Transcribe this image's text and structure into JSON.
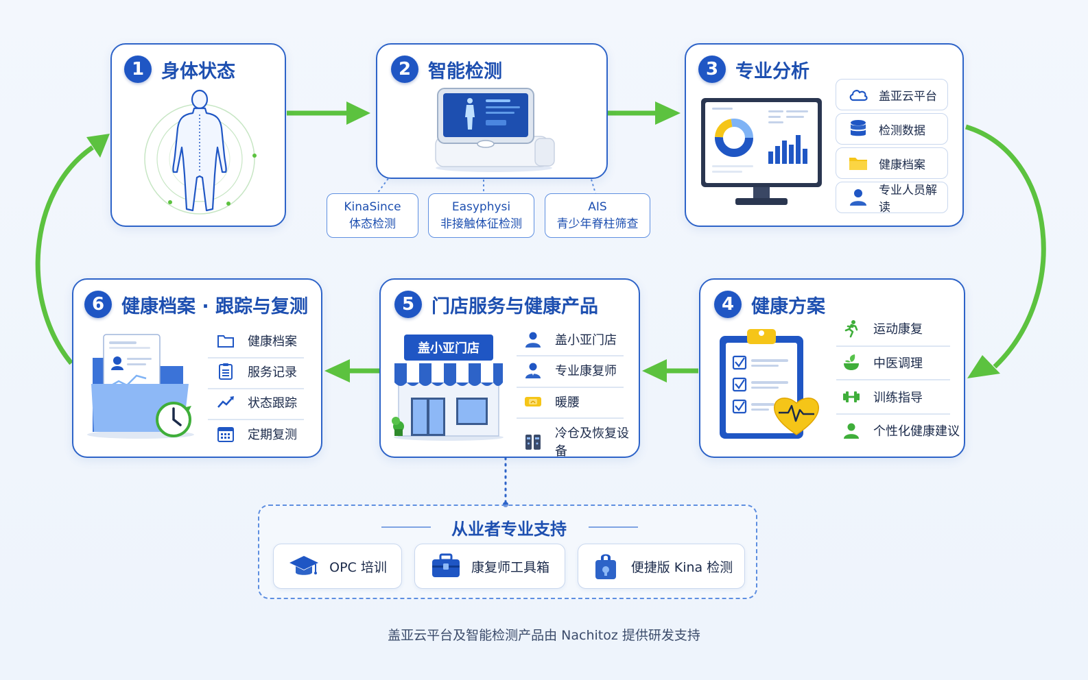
{
  "steps": [
    {
      "num": "1",
      "title": "身体状态"
    },
    {
      "num": "2",
      "title": "智能检测"
    },
    {
      "num": "3",
      "title": "专业分析"
    },
    {
      "num": "4",
      "title": "健康方案"
    },
    {
      "num": "5",
      "title": "门店服务与健康产品"
    },
    {
      "num": "6",
      "title": "健康档案 · 跟踪与复测"
    }
  ],
  "detection_devices": [
    {
      "name": "KinaSince",
      "desc": "体态检测"
    },
    {
      "name": "Easyphysi",
      "desc": "非接触体征检测"
    },
    {
      "name": "AIS",
      "desc": "青少年脊柱筛查"
    }
  ],
  "analysis_items": [
    "盖亚云平台",
    "检测数据",
    "健康档案",
    "专业人员解读"
  ],
  "plan_items": [
    "运动康复",
    "中医调理",
    "训练指导",
    "个性化健康建议"
  ],
  "store": {
    "sign": "盖小亚门店",
    "items": [
      "盖小亚门店",
      "专业康复师",
      "暖腰",
      "冷仓及恢复设备"
    ]
  },
  "archive_items": [
    "健康档案",
    "服务记录",
    "状态跟踪",
    "定期复测"
  ],
  "support": {
    "title": "从业者专业支持",
    "items": [
      "OPC 培训",
      "康复师工具箱",
      "便捷版 Kina 检测"
    ]
  },
  "footer": "盖亚云平台及智能检测产品由 Nachitoz 提供研发支持",
  "colors": {
    "primary": "#1f56c4",
    "arrow": "#5cc23f",
    "accent": "#f5c518"
  }
}
